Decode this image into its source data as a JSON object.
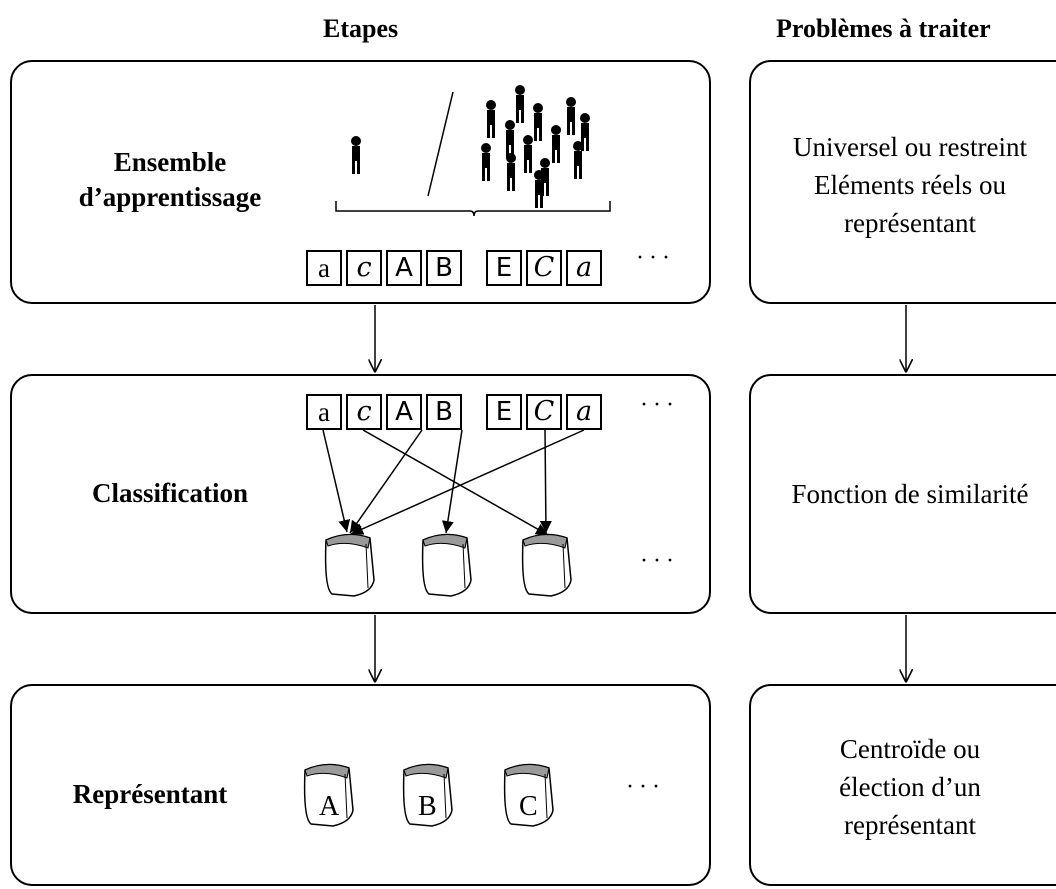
{
  "headers": {
    "steps": "Etapes",
    "problems": "Problèmes à traiter"
  },
  "steps": [
    {
      "label_line1": "Ensemble",
      "label_line2": "d’apprentissage"
    },
    {
      "label": "Classification"
    },
    {
      "label": "Représentant"
    }
  ],
  "problems": [
    {
      "line1": "Universel ou restreint",
      "line2": "Eléments réels ou",
      "line3": "représentant"
    },
    {
      "line1": "Fonction de similarité"
    },
    {
      "line1": "Centroïde ou",
      "line2": "élection d’un",
      "line3": "représentant"
    }
  ],
  "samples": [
    "a",
    "c",
    "A",
    "B",
    "E",
    "C",
    "a"
  ],
  "ellipsis": "···",
  "clusters": [
    "A",
    "B",
    "C"
  ],
  "icons": {
    "person": "person-icon",
    "bin": "bin-icon",
    "arrow": "arrow-down-icon"
  }
}
